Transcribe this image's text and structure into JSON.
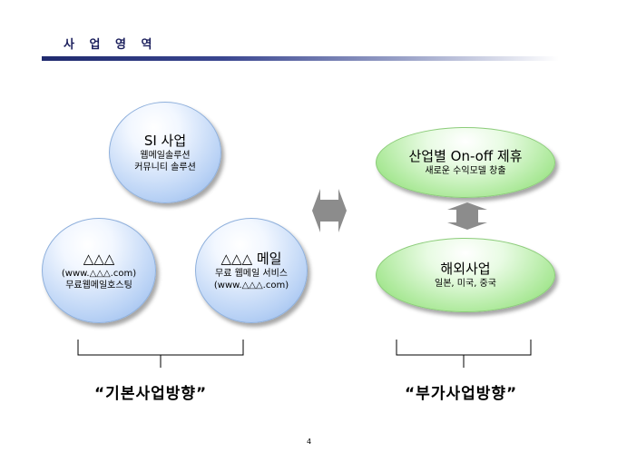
{
  "header": {
    "title": "사 업 영 역"
  },
  "left_group": {
    "si": {
      "title": "SI 사업",
      "line1": "웹메일솔루션",
      "line2": "커뮤니티 솔루션"
    },
    "aaa": {
      "title": "△△△",
      "line1": "(www.△△△.com)",
      "line2": "무료웹메일호스팅"
    },
    "mail": {
      "title": "△△△ 메일",
      "line1": "무료 웹메일 서비스",
      "line2": "(www.△△△.com)"
    },
    "slogan": "“기본사업방향”"
  },
  "right_group": {
    "partner": {
      "title": "산업별 On-off 제휴",
      "line1": "새로운 수익모델 창출"
    },
    "overseas": {
      "title": "해외사업",
      "line1": "일본, 미국, 중국"
    },
    "slogan": "“부가사업방향”"
  },
  "footer": {
    "page_number": "4"
  },
  "colors": {
    "title": "#1b1f5c",
    "blue_circle": "#b9d2f5",
    "green_ellipse": "#a9e896",
    "arrow": "#8c8c8c"
  }
}
